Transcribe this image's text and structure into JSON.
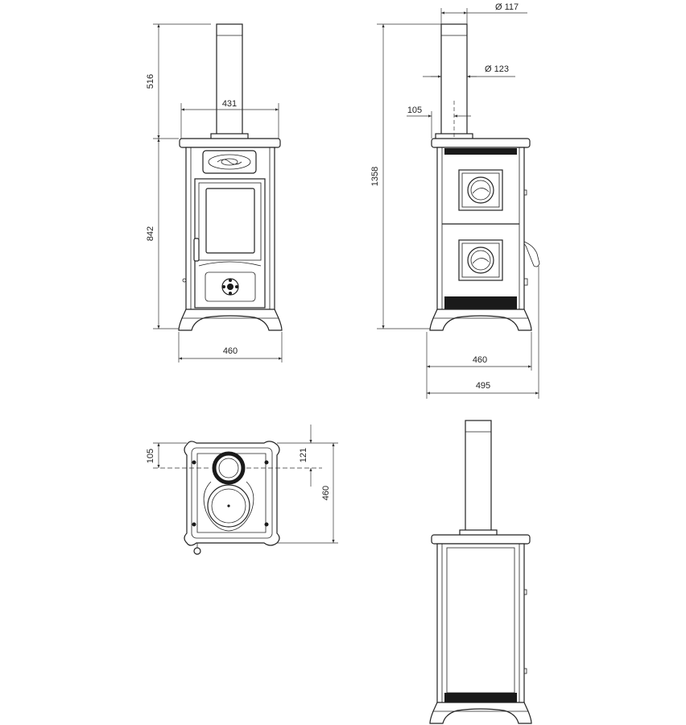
{
  "views": {
    "front": {
      "height_flue": "516",
      "height_body": "842",
      "width_top": "431",
      "width_base": "460"
    },
    "side": {
      "height_total": "1358",
      "flue_diameter": "Ø 117",
      "outlet_diameter": "Ø 123",
      "flue_offset": "105",
      "width_base": "460",
      "width_total": "495"
    },
    "top": {
      "offset_left": "105",
      "offset_right": "121",
      "depth": "460"
    }
  }
}
